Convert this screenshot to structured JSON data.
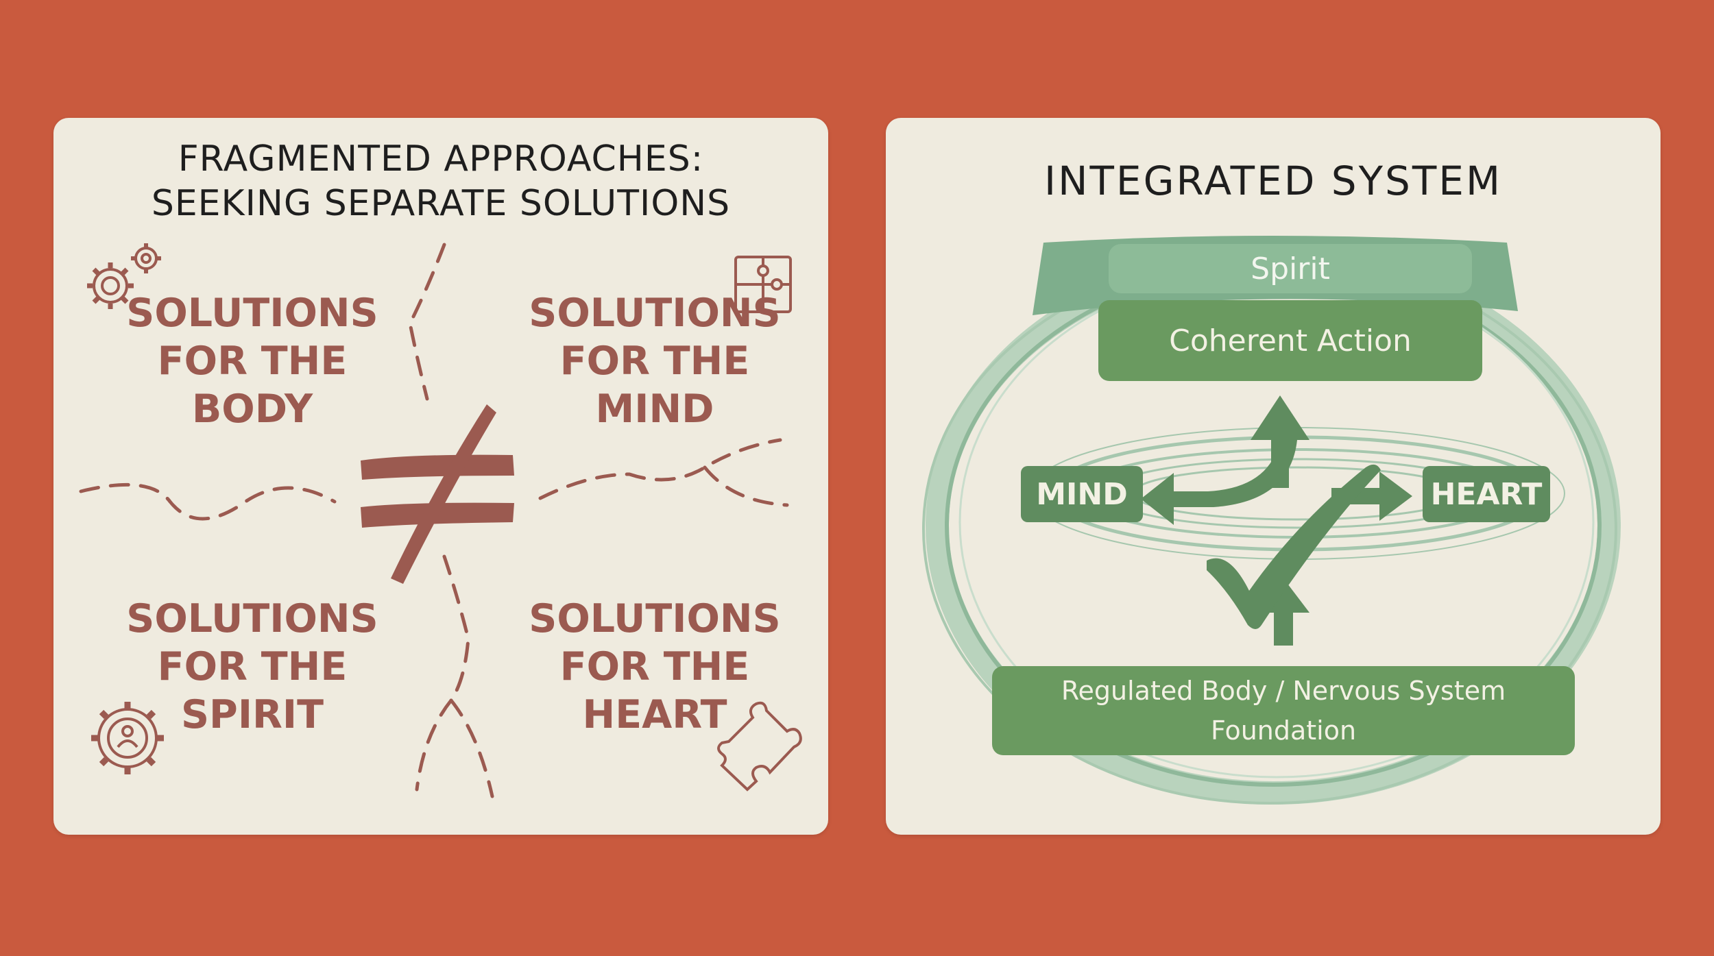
{
  "left_panel": {
    "title_line1": "FRAGMENTED APPROACHES:",
    "title_line2": "SEEKING SEPARATE SOLUTIONS",
    "quadrants": [
      {
        "line1": "SOLUTIONS",
        "line2": "FOR THE",
        "line3": "BODY",
        "icon": "gears-icon"
      },
      {
        "line1": "SOLUTIONS",
        "line2": "FOR THE",
        "line3": "MIND",
        "icon": "puzzle-grid-icon"
      },
      {
        "line1": "SOLUTIONS",
        "line2": "FOR THE",
        "line3": "SPIRIT",
        "icon": "gear-person-icon"
      },
      {
        "line1": "SOLUTIONS",
        "line2": "FOR THE",
        "line3": "HEART",
        "icon": "puzzle-piece-icon"
      }
    ],
    "center_symbol": "not-equal-icon"
  },
  "right_panel": {
    "title": "INTEGRATED SYSTEM",
    "spirit_label": "Spirit",
    "coherent_action_label": "Coherent Action",
    "mind_label": "MIND",
    "heart_label": "HEART",
    "foundation_line1": "Regulated Body / Nervous System",
    "foundation_line2": "Foundation",
    "center_symbol": "checkmark-icon"
  },
  "colors": {
    "background": "#c95a3e",
    "panel": "#efebdf",
    "rust_text": "#9b5a50",
    "dark_green": "#6a9a60",
    "light_green": "#8dbb98"
  }
}
